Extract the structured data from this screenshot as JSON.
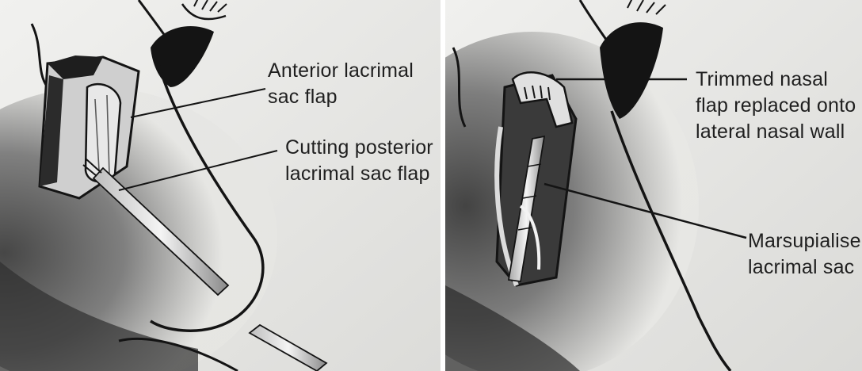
{
  "colors": {
    "paper": "#ececea",
    "ink": "#141414",
    "shadow": "#3a3a3a"
  },
  "left_panel": {
    "label_anterior": {
      "line1": "Anterior lacrimal",
      "line2": "sac flap"
    },
    "label_cutting": {
      "line1": "Cutting posterior",
      "line2": "lacrimal sac flap"
    }
  },
  "right_panel": {
    "label_trimmed": {
      "line1": "Trimmed nasal",
      "line2": "flap replaced onto",
      "line3": "lateral nasal wall"
    },
    "label_marsupialised": {
      "line1": "Marsupialise",
      "line2": "lacrimal sac"
    }
  }
}
